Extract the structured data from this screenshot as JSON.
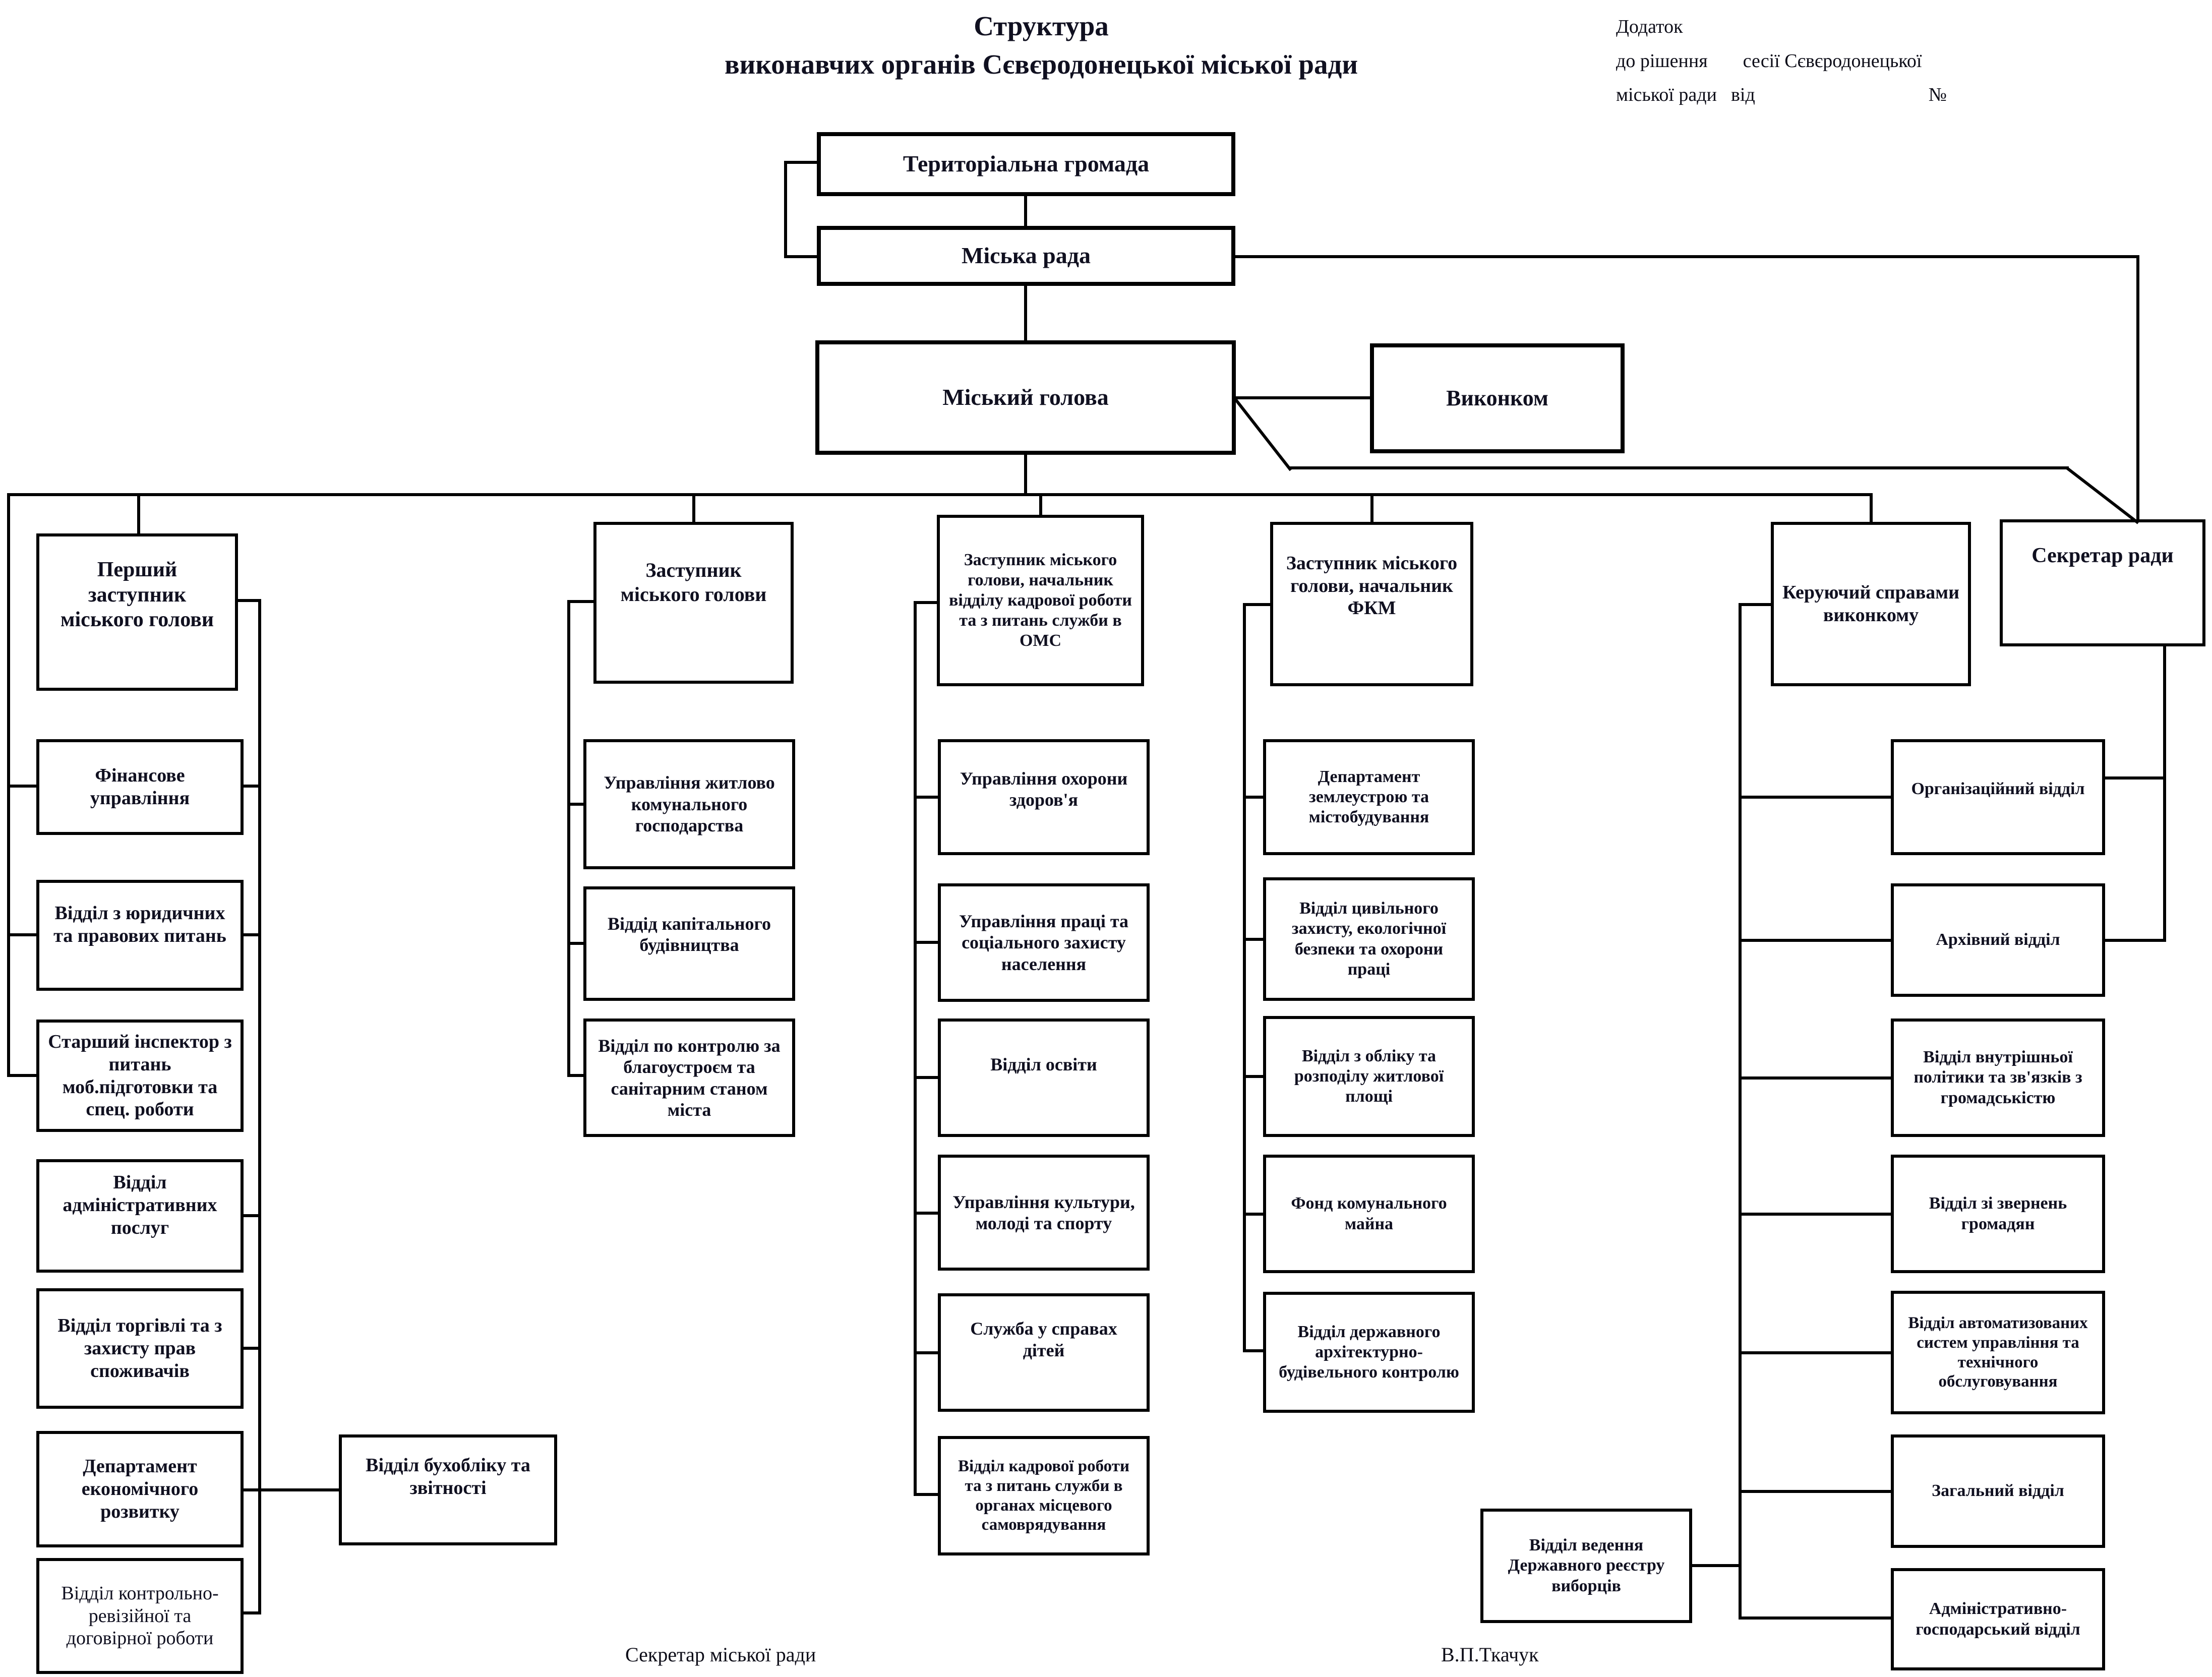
{
  "title": {
    "line1": "Структура",
    "line2": "виконавчих органів Сєвєродонецької міської ради"
  },
  "annotation": {
    "line1": "Додаток",
    "line2a": "до рішення",
    "line2b": "сесії Сєвєродонецької",
    "line3a": "міської ради",
    "line3b": "від",
    "line3c": "№"
  },
  "top": {
    "community": "Територіальна громада",
    "council": "Міська рада",
    "mayor": "Міський голова",
    "executive_committee": "Виконком",
    "council_secretary": "Секретар ради"
  },
  "columns": [
    {
      "head": "Перший заступник міського голови",
      "items": [
        "Фінансове управління",
        "Відділ з юридичних та правових питань",
        "Старший інспектор з питань моб.підготовки та спец. роботи",
        "Відділ адміністративних послуг",
        "Відділ торгівлі та з захисту прав споживачів",
        "Департамент економічного розвитку",
        "Відділ контрольно-ревізійної та договірної роботи"
      ]
    },
    {
      "head": "Заступник міського голови",
      "items": [
        "Управління житлово комунального господарства",
        "Віддід капітального будівництва",
        "Відділ по контролю за благоустроєм та санітарним станом міста"
      ]
    },
    {
      "head": "Заступник міського голови, начальник відділу кадрової роботи та з питань служби в ОМС",
      "items": [
        "Управління охорони здоров'я",
        "Управління праці та соціального захисту населення",
        "Відділ освіти",
        "Управління культури, молоді  та спорту",
        "Служба у справах дітей",
        "Відділ кадрової роботи та з питань служби в органах місцевого самоврядування"
      ]
    },
    {
      "head": "Заступник міського голови, начальник ФКМ",
      "items": [
        "Департамент землеустрою та містобудування",
        "Відділ цивільного захисту, екологічної безпеки та охорони праці",
        "Відділ з обліку та розподілу житлової площі",
        "Фонд комунального майна",
        "Відділ державного архітектурно-будівельного контролю"
      ]
    },
    {
      "head": "Керуючий справами виконкому",
      "items": [
        "Організаційний відділ",
        "Архівний відділ",
        "Відділ внутрішньої політики та зв'язків з громадськістю",
        "Відділ зі звернень громадян",
        "Відділ автоматизованих систем управління та технічного обслуговування",
        "Загальний відділ",
        "Адміністративно-господарський відділ"
      ]
    }
  ],
  "side_boxes": {
    "accounting": "Відділ бухобліку та звітності",
    "voter_registry": "Відділ ведення Державного реєстру виборців"
  },
  "footer": {
    "left": "Секретар міської ради",
    "right": "В.П.Ткачук"
  }
}
